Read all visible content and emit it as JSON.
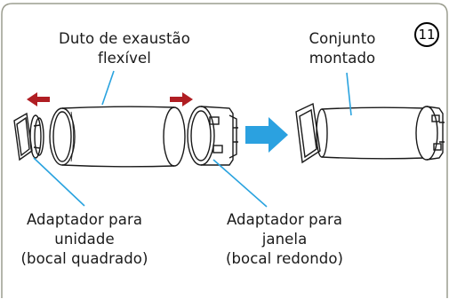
{
  "step_number": "11",
  "labels": {
    "duct": [
      "Duto de exaustão",
      "flexível"
    ],
    "assembled": [
      "Conjunto",
      "montado"
    ],
    "unit_adapter": [
      "Adaptador para",
      "unidade",
      "(bocal quadrado)"
    ],
    "window_adapter": [
      "Adaptador para",
      "janela",
      "(bocal redondo)"
    ]
  },
  "colors": {
    "frame_border": "#9b9d8f",
    "movement_arrows": "#b01e23",
    "direction_arrow": "#2ba1e0",
    "leader_lines": "#2aa3df",
    "line_art": "#1a1a1a"
  }
}
